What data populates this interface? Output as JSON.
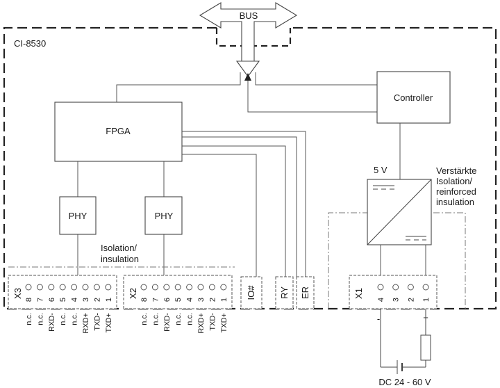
{
  "bus": "BUS",
  "device": "CI-8530",
  "fpga": "FPGA",
  "controller": "Controller",
  "phy1": "PHY",
  "phy2": "PHY",
  "isolation": [
    "Isolation/",
    "insulation"
  ],
  "voltage": "5 V",
  "reinforced": [
    "Verstärkte",
    "Isolation/",
    "reinforced",
    "insulation"
  ],
  "x3": {
    "label": "X3",
    "pins": [
      "8",
      "7",
      "6",
      "5",
      "4",
      "3",
      "2",
      "1"
    ],
    "signals": [
      "n.c.",
      "n.c.",
      "RXD-",
      "n.c.",
      "n.c.",
      "RXD+",
      "TXD-",
      "TXD+"
    ]
  },
  "x2": {
    "label": "X2",
    "pins": [
      "8",
      "7",
      "6",
      "5",
      "4",
      "3",
      "2",
      "1"
    ],
    "signals": [
      "n.c.",
      "n.c.",
      "RXD-",
      "n.c.",
      "n.c.",
      "RXD+",
      "TXD-",
      "TXD+"
    ]
  },
  "io": "IO#",
  "ry": "RY",
  "er": "ER",
  "x1": {
    "label": "X1",
    "pins": [
      "4",
      "3",
      "2",
      "1"
    ]
  },
  "minus": "-",
  "plus": "+",
  "supply": "DC 24 - 60 V"
}
